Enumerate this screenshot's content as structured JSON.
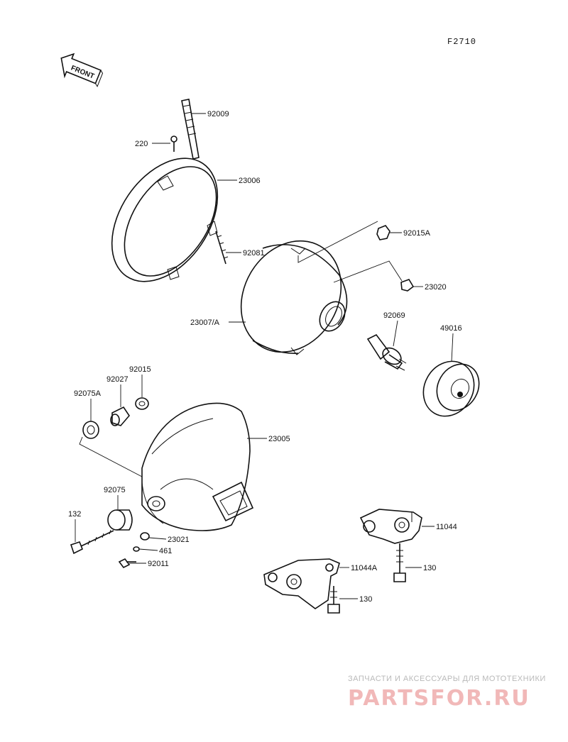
{
  "diagram": {
    "code": "F2710",
    "front_label": "FRONT",
    "labels": {
      "p92009": "92009",
      "p220": "220",
      "p23006": "23006",
      "p92081": "92081",
      "p92015A": "92015A",
      "p23020": "23020",
      "p23007A": "23007/A",
      "p92069": "92069",
      "p49016": "49016",
      "p92015": "92015",
      "p92027": "92027",
      "p92075A": "92075A",
      "p23005": "23005",
      "p92075": "92075",
      "p132": "132",
      "p23021": "23021",
      "p461": "461",
      "p92011": "92011",
      "p11044": "11044",
      "p11044A": "11044A",
      "p130a": "130",
      "p130b": "130"
    }
  },
  "watermark": {
    "tagline": "ЗАПЧАСТИ И АКСЕССУАРЫ ДЛЯ МОТОТЕХНИКИ",
    "brand": "PARTSFOR.RU"
  }
}
